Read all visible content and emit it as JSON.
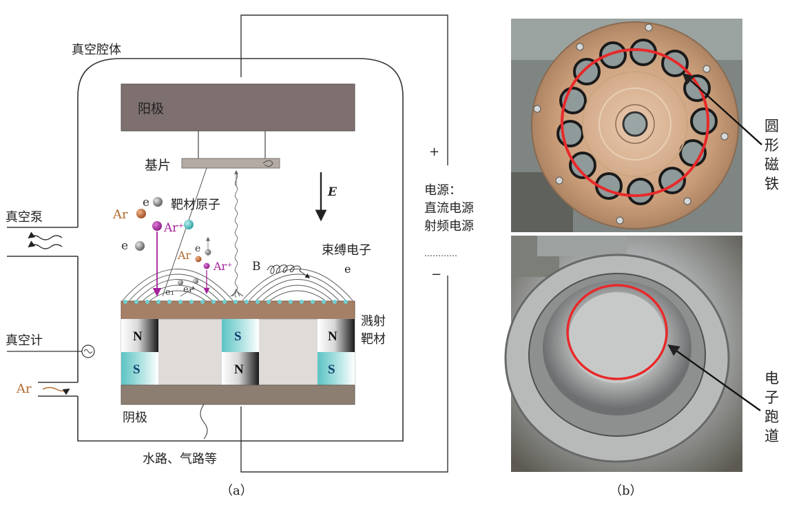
{
  "panel_a": {
    "caption": "（a）",
    "chamber_label": "真空腔体",
    "anode_label": "阳极",
    "substrate_label": "基片",
    "field_label": "E",
    "target_atom_label": "靶材原子",
    "ar_label": "Ar",
    "ar_ion_label": "Ar⁺",
    "ar_ion2_label": "Ar⁺",
    "electron_label": "e",
    "e1_label": "e₁",
    "bound_electron_label": "束缚电子",
    "b_label": "B",
    "sputter_target_label": [
      "溅射",
      "靶材"
    ],
    "cathode_label": "阴极",
    "water_gas_label": "水路、气路等",
    "vacuum_pump_label": "真空泵",
    "vacuum_gauge_label": "真空计",
    "ar_inlet_label": "Ar",
    "power_plus": "+",
    "power_minus": "−",
    "power_title": "电源：",
    "power_dc": "直流电源",
    "power_rf": "射频电源",
    "power_dots": "…………",
    "magnets_top": [
      "N",
      "S",
      "N"
    ],
    "magnets_bottom": [
      "S",
      "N",
      "S"
    ]
  },
  "panel_b": {
    "caption": "（b）",
    "magnet_label": [
      "圆",
      "形",
      "磁",
      "铁"
    ],
    "track_label": [
      "电",
      "子",
      "跑",
      "道"
    ]
  },
  "colors": {
    "anode": "#7d706f",
    "target": "#a57f66",
    "cathode_base": "#8c7f72",
    "magnet_teal": "#5cc3c3",
    "ar_orange": "#b05a28",
    "ion_purple": "#a3239a",
    "red_ring": "#e8292a",
    "label_orange": "#b06a2c"
  }
}
